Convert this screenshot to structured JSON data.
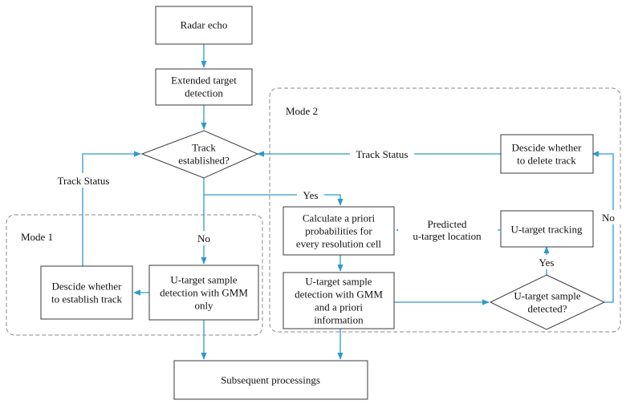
{
  "modes": {
    "mode1": "Mode 1",
    "mode2": "Mode 2"
  },
  "nodes": {
    "radar_echo": [
      "Radar echo"
    ],
    "extended_detection": [
      "Extended target",
      "detection"
    ],
    "track_established": [
      "Track",
      "established?"
    ],
    "gmm_only": [
      "U-target sample",
      "detection with GMM",
      "only"
    ],
    "establish_track": [
      "Descide whether",
      "to establish track"
    ],
    "calc_priori": [
      "Calculate a priori",
      "probabilities for",
      "every resolution cell"
    ],
    "gmm_priori": [
      "U-target sample",
      "detection with GMM",
      "and a priori",
      "information"
    ],
    "sample_detected": [
      "U-target sample",
      "detected?"
    ],
    "tracking": [
      "U-target tracking"
    ],
    "delete_track": [
      "Descide whether",
      "to delete track"
    ],
    "subsequent": [
      "Subsequent processings"
    ]
  },
  "edge_labels": {
    "track_status_left": "Track Status",
    "track_status_right": "Track Status",
    "yes_established": "Yes",
    "no_established": "No",
    "yes_detected": "Yes",
    "no_detected": "No",
    "predicted_location": [
      "Predicted",
      "u-target location"
    ]
  },
  "colors": {
    "arrow": "#2e9acb",
    "node_border": "#3a3a3a",
    "mode_border": "#8a8a8a"
  }
}
